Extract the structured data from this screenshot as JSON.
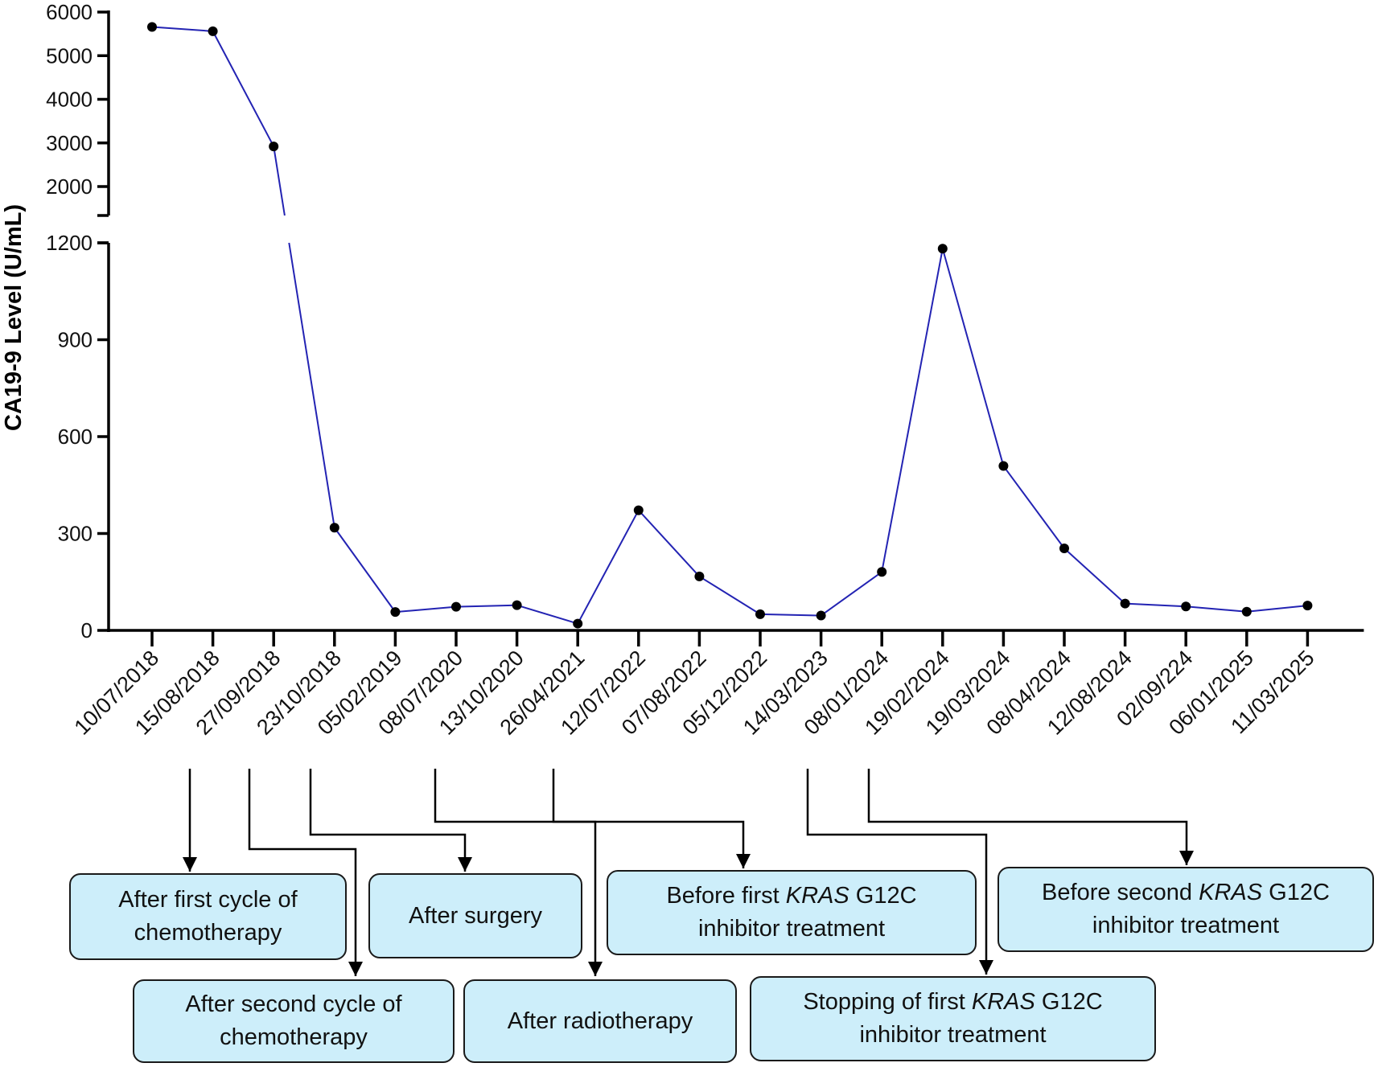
{
  "chart_data": {
    "type": "line",
    "ylabel": "CA19-9 Level  (U/mL)",
    "xlabel": "",
    "title": "",
    "y_axis_break": true,
    "y_segments": [
      {
        "range": [
          0,
          1200
        ],
        "ticks": [
          0,
          300,
          600,
          900,
          1200
        ]
      },
      {
        "range": [
          1300,
          6000
        ],
        "ticks": [
          2000,
          3000,
          4000,
          5000,
          6000
        ]
      }
    ],
    "categories": [
      "10/07/2018",
      "15/08/2018",
      "27/09/2018",
      "23/10/2018",
      "05/02/2019",
      "08/07/2020",
      "13/10/2020",
      "26/04/2021",
      "12/07/2022",
      "07/08/2022",
      "05/12/2022",
      "14/03/2023",
      "08/01/2024",
      "19/02/2024",
      "19/03/2024",
      "08/04/2024",
      "12/08/2024",
      "02/09/224",
      "06/01/2025",
      "11/03/2025"
    ],
    "series": [
      {
        "values": [
          5660,
          5560,
          2920,
          318,
          57,
          73,
          78,
          21,
          372,
          167,
          50,
          46,
          181,
          1182,
          509,
          254,
          83,
          74,
          58,
          77
        ]
      }
    ],
    "line_color": "#2323b3",
    "marker_color": "#000000",
    "grid": false
  },
  "annotations": [
    {
      "lines": [
        [
          {
            "t": "After first cycle of"
          }
        ],
        [
          {
            "t": "chemotherapy"
          }
        ]
      ],
      "target_category": 1
    },
    {
      "lines": [
        [
          {
            "t": "After second cycle of"
          }
        ],
        [
          {
            "t": "chemotherapy"
          }
        ]
      ],
      "target_category": 2
    },
    {
      "lines": [
        [
          {
            "t": "After surgery"
          }
        ]
      ],
      "target_category": 3
    },
    {
      "lines": [
        [
          {
            "t": "After radiotherapy"
          }
        ]
      ],
      "target_category": 5
    },
    {
      "lines": [
        [
          {
            "t": "Before first "
          },
          {
            "t": "KRAS",
            "i": true
          },
          {
            "t": " G12C"
          }
        ],
        [
          {
            "t": "inhibitor treatment"
          }
        ]
      ],
      "target_category": 7
    },
    {
      "lines": [
        [
          {
            "t": "Stopping of first "
          },
          {
            "t": "KRAS",
            "i": true
          },
          {
            "t": " G12C"
          }
        ],
        [
          {
            "t": "inhibitor treatment"
          }
        ]
      ],
      "target_category": 11
    },
    {
      "lines": [
        [
          {
            "t": "Before second "
          },
          {
            "t": "KRAS",
            "i": true
          },
          {
            "t": " G12C"
          }
        ],
        [
          {
            "t": "inhibitor treatment"
          }
        ]
      ],
      "target_category": 12
    }
  ],
  "colors": {
    "box_fill": "#cdeefa",
    "box_border": "#1a1a1a",
    "axis": "#000000"
  }
}
